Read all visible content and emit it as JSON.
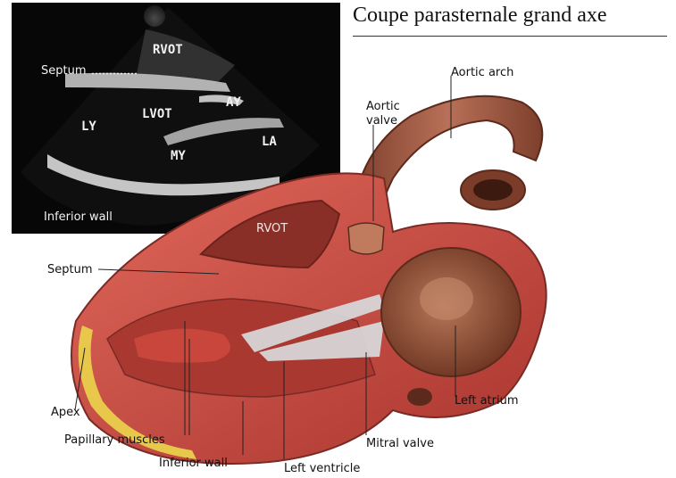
{
  "title": "Coupe parasternale grand axe",
  "echo_labels": {
    "rvot": "RVOT",
    "septum": "Septum",
    "ay": "AY",
    "lv": "LY",
    "lvot": "LVOT",
    "la": "LA",
    "mv": "MY",
    "inferior_wall": "Inferior wall"
  },
  "heart_labels": {
    "aortic_arch": "Aortic arch",
    "aortic_valve_line1": "Aortic",
    "aortic_valve_line2": "valve",
    "rvot": "RVOT",
    "septum": "Septum",
    "left_atrium": "Left atrium",
    "apex": "Apex",
    "papillary_muscles": "Papillary muscles",
    "mitral_valve": "Mitral valve",
    "inferior_wall": "Inferior wall",
    "left_ventricle": "Left ventricle"
  },
  "colors": {
    "muscle": "#c8493f",
    "muscle_dark": "#9b2e2a",
    "atrium": "#8a4a32",
    "aorta": "#a9654a",
    "fat": "#e8c84a",
    "valve": "#d9dde0"
  }
}
